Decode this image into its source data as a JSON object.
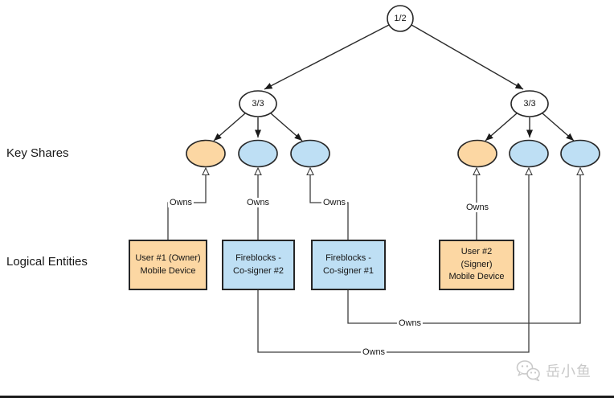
{
  "diagram": {
    "root": {
      "label": "1/2"
    },
    "thresholds": [
      {
        "label": "3/3"
      },
      {
        "label": "3/3"
      }
    ],
    "rows": {
      "key_shares": "Key Shares",
      "logical_entities": "Logical Entities"
    },
    "key_shares": [
      {
        "color": "#FCD7A3"
      },
      {
        "color": "#BEDFF4"
      },
      {
        "color": "#BEDFF4"
      },
      {
        "color": "#FCD7A3"
      },
      {
        "color": "#BEDFF4"
      },
      {
        "color": "#BEDFF4"
      }
    ],
    "owns_labels": [
      "Owns",
      "Owns",
      "Owns",
      "Owns",
      "Owns",
      "Owns"
    ],
    "entities": [
      {
        "lines": [
          "User #1 (Owner)",
          "Mobile Device"
        ],
        "fill": "#FCD7A3"
      },
      {
        "lines": [
          "Fireblocks -",
          "Co-signer #2"
        ],
        "fill": "#BEDFF4"
      },
      {
        "lines": [
          "Fireblocks -",
          "Co-signer #1"
        ],
        "fill": "#BEDFF4"
      },
      {
        "lines": [
          "User #2",
          "(Signer)",
          "Mobile Device"
        ],
        "fill": "#FCD7A3"
      }
    ],
    "colors": {
      "share_orange": "#FCD7A3",
      "share_blue": "#BEDFF4",
      "stroke": "#262626",
      "watermark": "#c9c9c9"
    },
    "watermark": {
      "text": "岳小鱼"
    }
  }
}
